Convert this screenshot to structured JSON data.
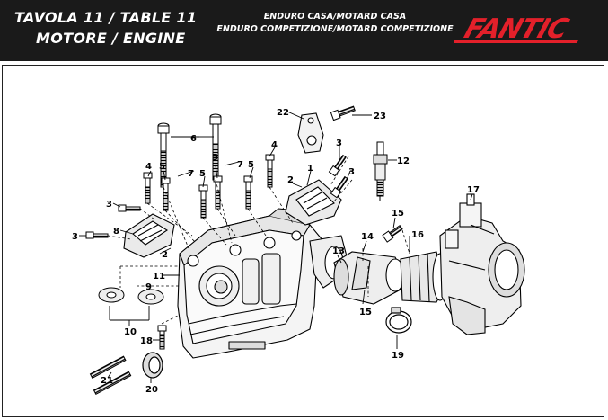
{
  "header": {
    "title_line1": "TAVOLA 11  /  TABLE 11",
    "title_line2": "MOTORE  /  ENGINE",
    "subtitle_line1": "ENDURO CASA/MOTARD CASA",
    "subtitle_line2": "ENDURO COMPETIZIONE/MOTARD COMPETIZIONE",
    "brand": "FANTIC"
  },
  "colors": {
    "brand_red": "#e3202a",
    "header_bg": "#1a1a1a",
    "line": "#000000"
  },
  "callouts": [
    "1",
    "2",
    "3",
    "4",
    "5",
    "6",
    "7",
    "8",
    "9",
    "10",
    "11",
    "12",
    "13",
    "14",
    "15",
    "16",
    "17",
    "18",
    "19",
    "20",
    "21",
    "22",
    "23"
  ]
}
